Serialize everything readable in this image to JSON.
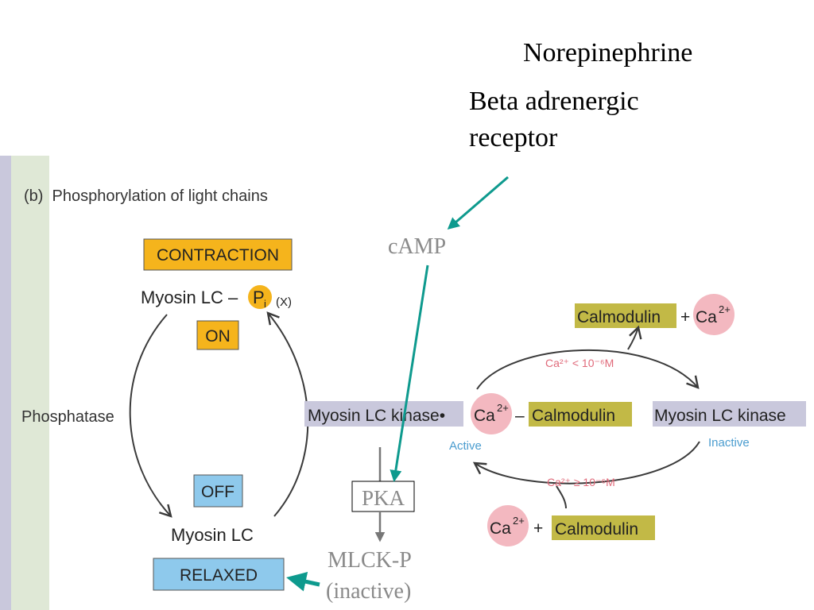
{
  "slide": {
    "norepinephrine": "Norepinephrine",
    "receptor_line1": "Beta adrenergic",
    "receptor_line2": "receptor",
    "camp": "cAMP",
    "pka": "PKA",
    "mlckp_line1": "MLCK-P",
    "mlckp_line2": "(inactive)"
  },
  "figure": {
    "heading": "(b)  Phosphorylation of light chains",
    "contraction": "CONTRACTION",
    "myosin_lc_p": "Myosin LC –",
    "pi": "P",
    "pi_sub": "i",
    "x_mark": "(X)",
    "on": "ON",
    "phosphatase": "Phosphatase",
    "off": "OFF",
    "myosin_lc": "Myosin LC",
    "relaxed": "RELAXED",
    "mlck_active": "Myosin LC kinase•",
    "ca": "Ca",
    "ca_charge": "2+",
    "dash": "–",
    "calmodulin": "Calmodulin",
    "active": "Active",
    "mlck_inactive": "Myosin LC kinase",
    "inactive": "Inactive",
    "plus": "+",
    "cond_low": "Ca²⁺ < 10⁻⁶M",
    "cond_high": "Ca²⁺ ≥ 10⁻⁶M"
  },
  "colors": {
    "arrow_teal": "#0e9a8e",
    "orange_box": "#f5b41c",
    "blue_box": "#8ec9ec",
    "olive_box": "#c2b946",
    "pink_circle": "#f3b8c0",
    "lavender_band": "#c9c8dc",
    "green_strip": "#dfe8d6",
    "cond_text": "#e06a7a",
    "active_text": "#4a9ccf",
    "gray_text": "#8a8a8a"
  }
}
